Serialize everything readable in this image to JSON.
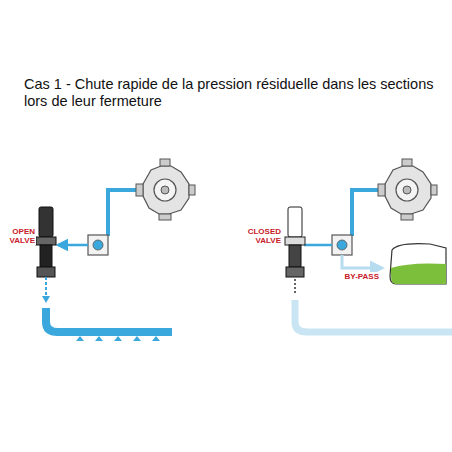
{
  "diagram": {
    "title": "Cas 1 - Chute rapide de la pression résiduelle dans les sections lors de leur fermeture",
    "labels": [
      "OPEN VALVE",
      "CLOSED VALVE",
      "BY-PASS"
    ]
  }
}
